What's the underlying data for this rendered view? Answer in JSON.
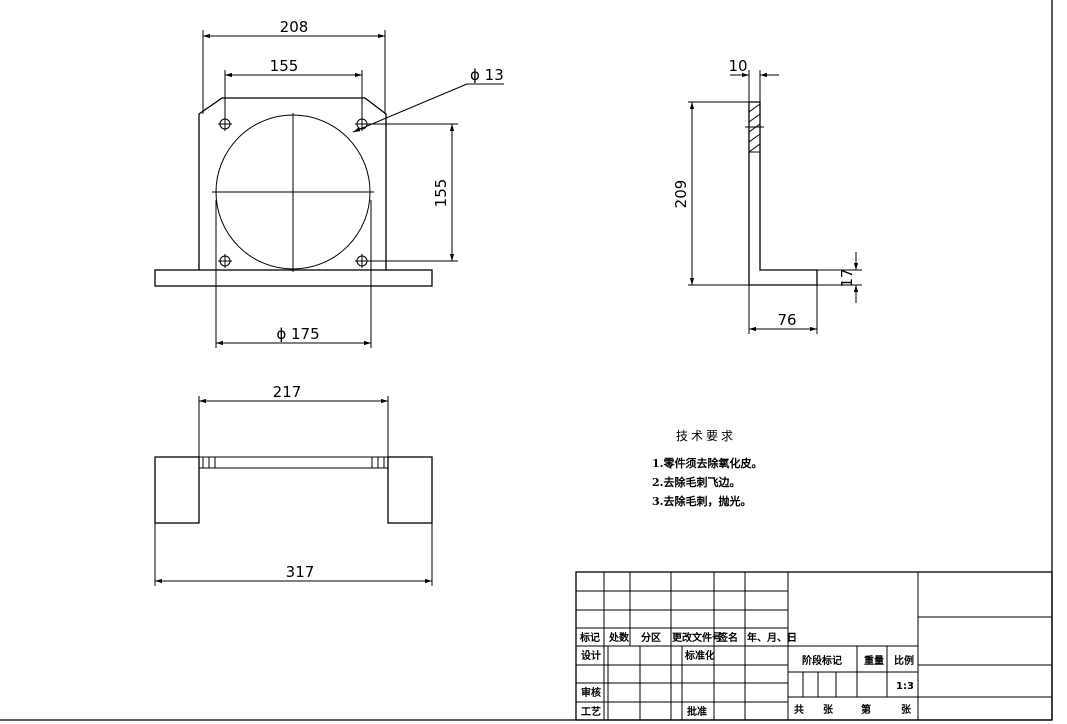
{
  "views": {
    "front": {
      "width": "208",
      "hole_spacing_x": "155",
      "hole_diameter": "ϕ 13",
      "hole_spacing_y": "155",
      "bore_diameter": "ϕ 175"
    },
    "side": {
      "thickness": "10",
      "height": "209",
      "foot_thickness": "17",
      "foot_length": "76"
    },
    "top": {
      "inner_width": "217",
      "overall_width": "317"
    }
  },
  "technical_requirements": {
    "title": "技术要求",
    "items": [
      "1.零件须去除氧化皮。",
      "2.去除毛刺飞边。",
      "3.去除毛刺，抛光。"
    ]
  },
  "title_block": {
    "revision_headers": [
      "标记",
      "处数",
      "分区",
      "更改文件号",
      "签名",
      "年、月、日"
    ],
    "design": "设计",
    "standardization": "标准化",
    "review": "审核",
    "process": "工艺",
    "approval": "批准",
    "stage_mark": "阶段标记",
    "weight": "重量",
    "scale_label": "比例",
    "scale_value": "1:3",
    "total": "共",
    "sheets1": "张",
    "sheet_no": "第",
    "sheets2": "张"
  }
}
